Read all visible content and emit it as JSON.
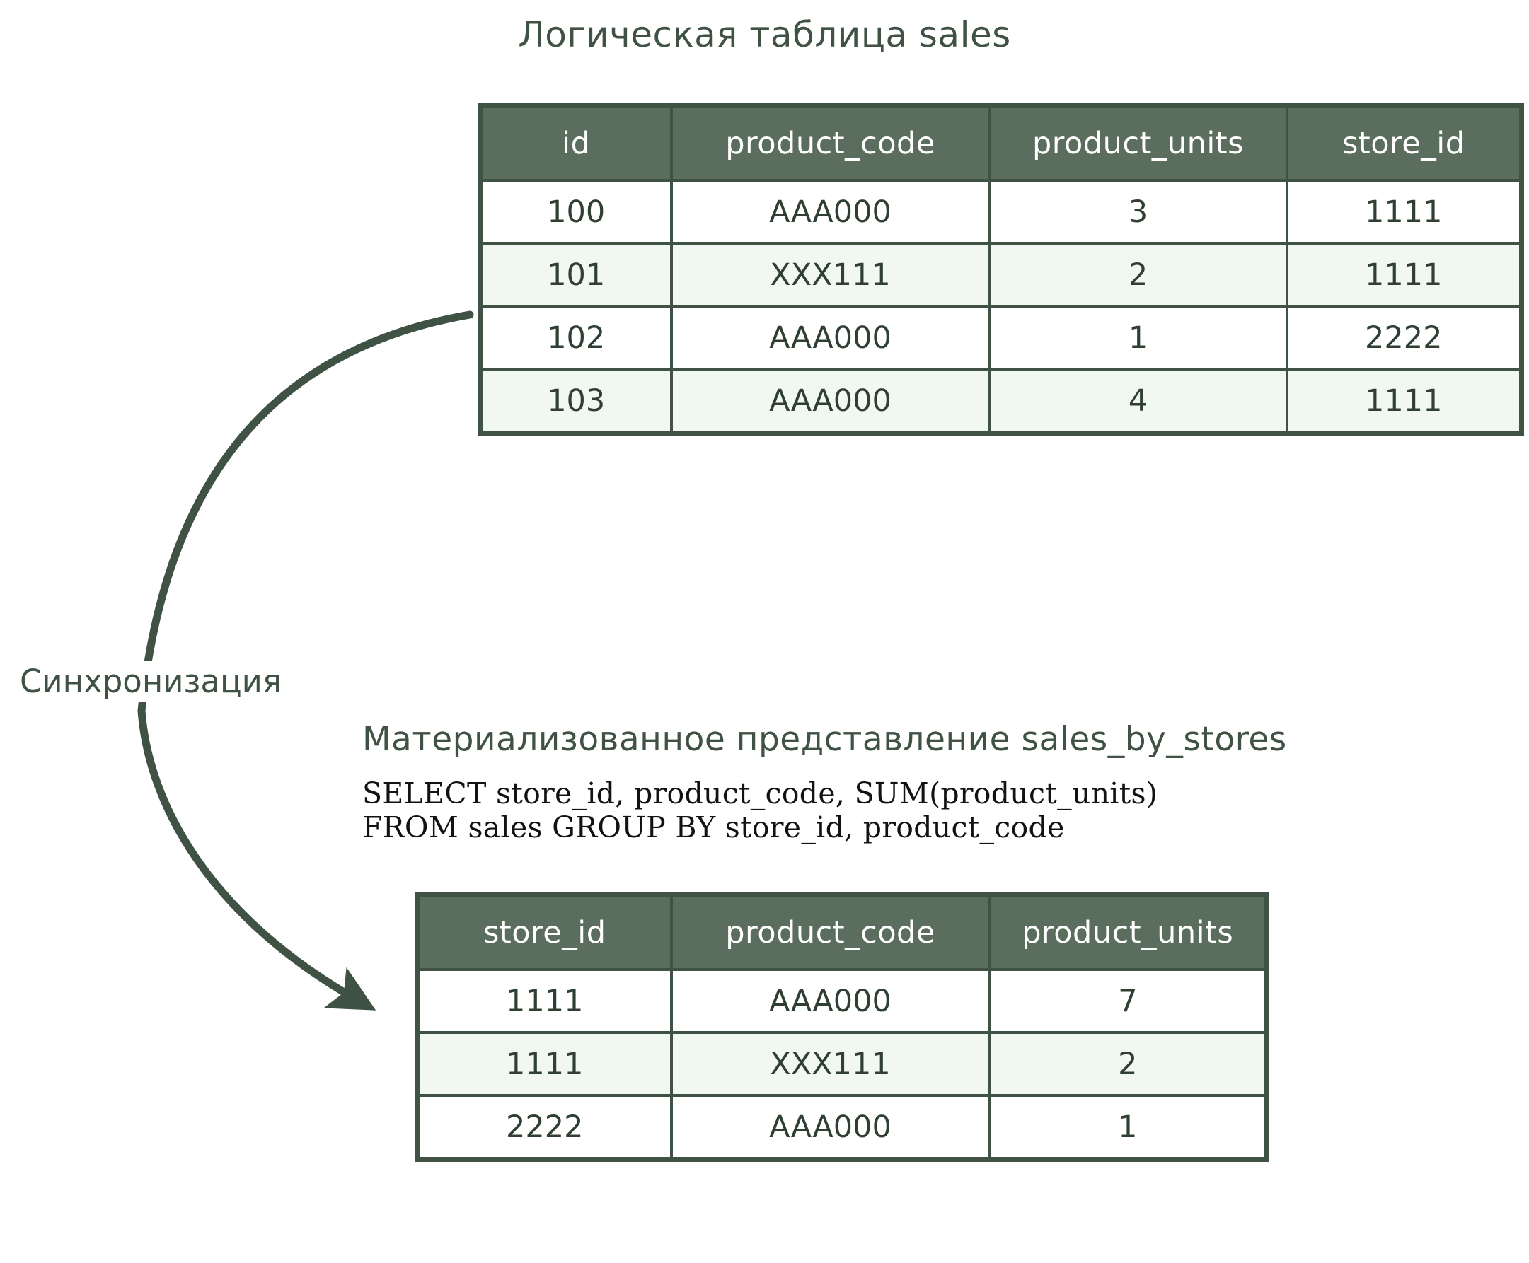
{
  "titles": {
    "logical_table": "Логическая таблица sales",
    "materialized_view": "Материализованное представление sales_by_stores"
  },
  "sql": {
    "query": "SELECT store_id, product_code, SUM(product_units)\nFROM sales GROUP BY store_id, product_code"
  },
  "annotation": {
    "sync_label": "Синхронизация"
  },
  "colors": {
    "header_fill": "#5b6d5d",
    "border": "#3f5244",
    "alt_row_fill": "#f1f8f1",
    "title_text": "#3f5244",
    "cell_text": "#2f4033",
    "sql_text": "#121212",
    "arrow": "#3f5244"
  },
  "sales_table": {
    "columns": [
      "id",
      "product_code",
      "product_units",
      "store_id"
    ],
    "rows": [
      {
        "id": "100",
        "product_code": "AAA000",
        "product_units": "3",
        "store_id": "1111"
      },
      {
        "id": "101",
        "product_code": "XXX111",
        "product_units": "2",
        "store_id": "1111"
      },
      {
        "id": "102",
        "product_code": "AAA000",
        "product_units": "1",
        "store_id": "2222"
      },
      {
        "id": "103",
        "product_code": "AAA000",
        "product_units": "4",
        "store_id": "1111"
      }
    ]
  },
  "mv_table": {
    "columns": [
      "store_id",
      "product_code",
      "product_units"
    ],
    "rows": [
      {
        "store_id": "1111",
        "product_code": "AAA000",
        "product_units": "7"
      },
      {
        "store_id": "1111",
        "product_code": "XXX111",
        "product_units": "2"
      },
      {
        "store_id": "2222",
        "product_code": "AAA000",
        "product_units": "1"
      }
    ]
  }
}
